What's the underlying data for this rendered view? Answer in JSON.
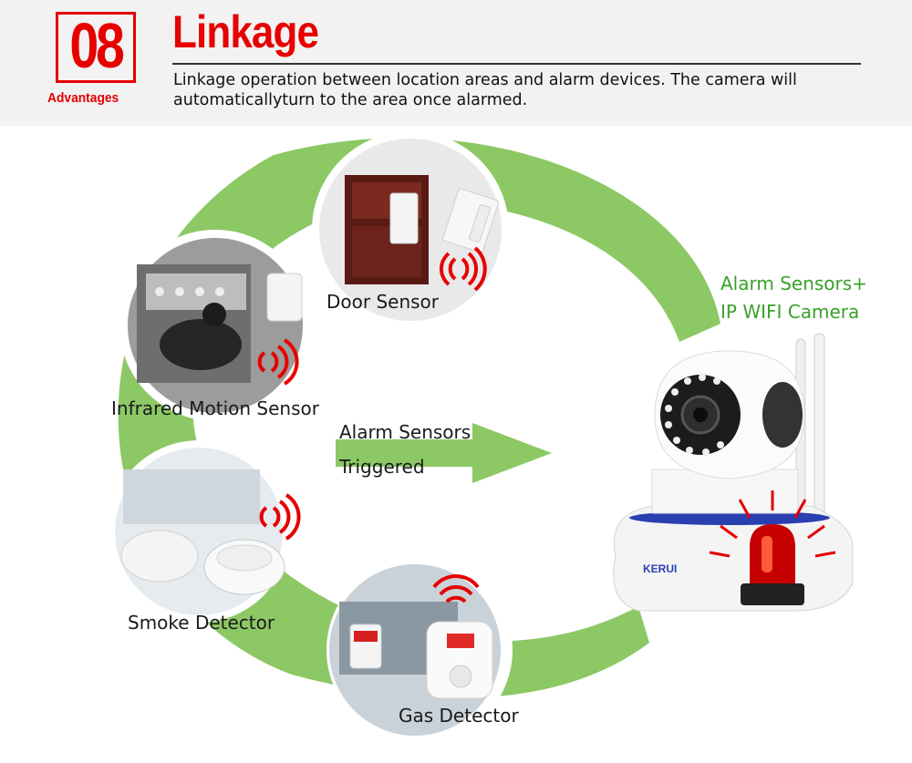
{
  "header": {
    "badge_number": "08",
    "badge_caption": "Advantages",
    "title": "Linkage",
    "description": "Linkage operation between location areas and alarm devices. The camera will automaticallyturn to the area once alarmed."
  },
  "sensors": {
    "door": "Door Sensor",
    "motion": "Infrared Motion Sensor",
    "smoke": "Smoke Detector",
    "gas": "Gas Detector"
  },
  "center_arrow": {
    "line1": "Alarm Sensors",
    "line2": "Triggered"
  },
  "camera": {
    "caption_line1": "Alarm Sensors+",
    "caption_line2": "IP WIFI Camera",
    "brand": "KERUI"
  },
  "product_brand": "KERUI",
  "colors": {
    "accent_red": "#e60000",
    "arc_green": "#8cc864",
    "caption_green": "#3aa12a"
  }
}
